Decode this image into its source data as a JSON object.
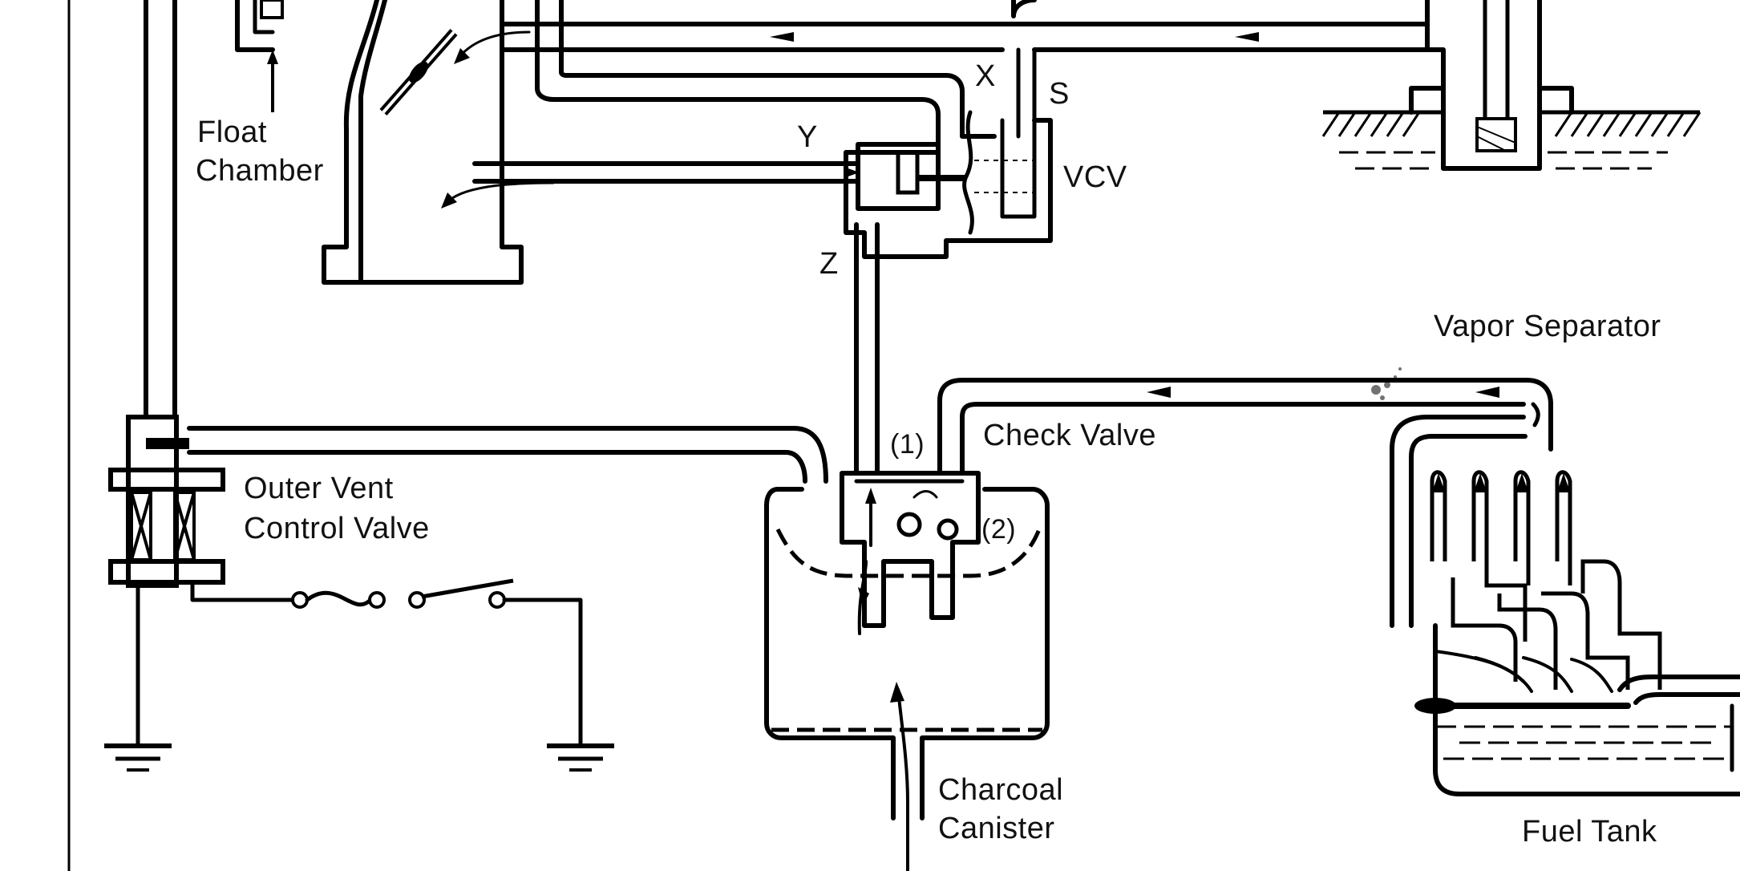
{
  "labels": {
    "float_chamber_1": "Float",
    "float_chamber_2": "Chamber",
    "x": "X",
    "s": "S",
    "y": "Y",
    "vcv": "VCV",
    "z": "Z",
    "vapor_separator": "Vapor Separator",
    "check_valve": "Check Valve",
    "port_1": "(1)",
    "port_2": "(2)",
    "outer_vent_1": "Outer Vent",
    "outer_vent_2": "Control Valve",
    "charcoal_1": "Charcoal",
    "charcoal_2": "Canister",
    "fuel_tank": "Fuel Tank"
  },
  "colors": {
    "line": "#000000",
    "background": "#ffffff"
  }
}
